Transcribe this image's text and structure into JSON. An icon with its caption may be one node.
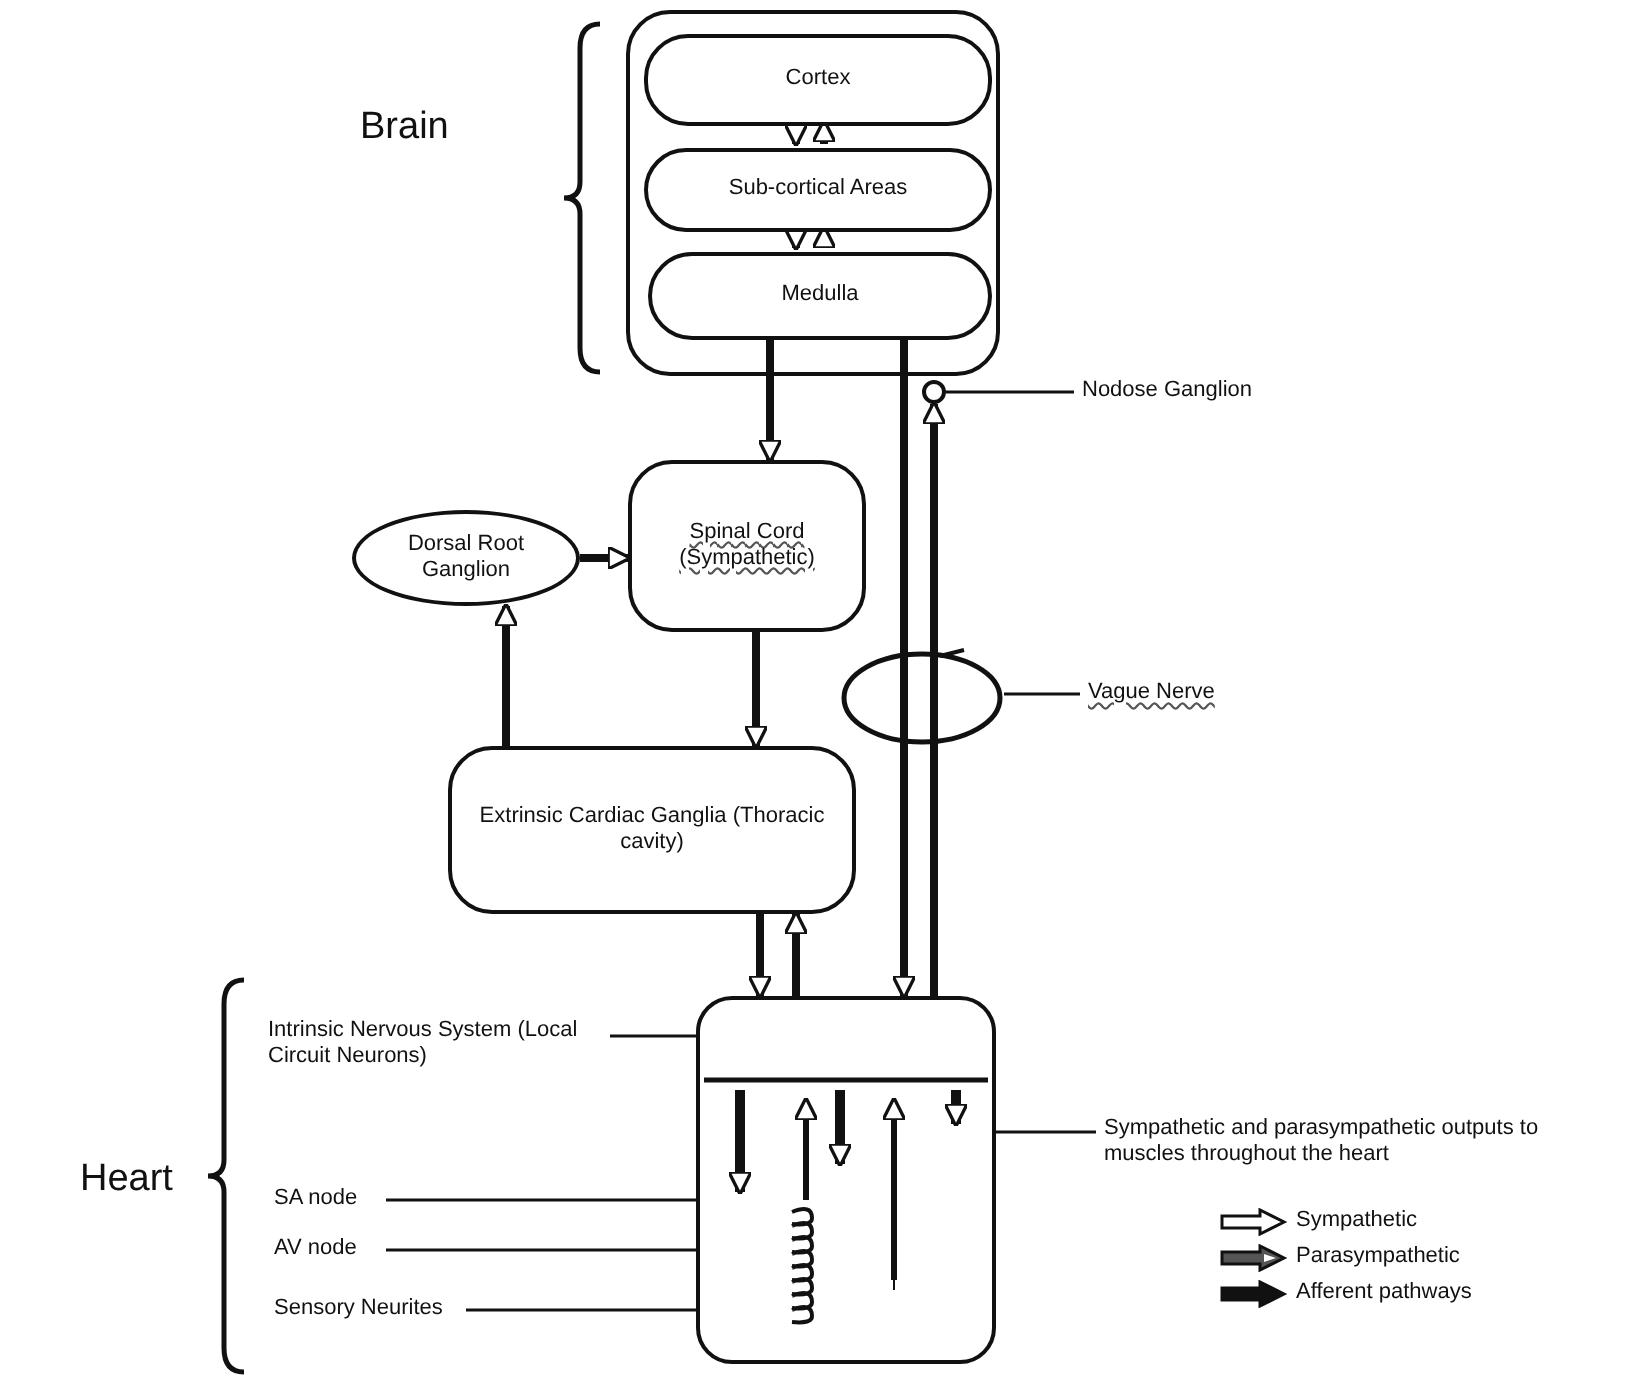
{
  "diagram": {
    "nodes": [
      {
        "text": [],
        "shape": "box"
      },
      {
        "text": [
          "Cortex"
        ],
        "in": 0
      },
      {
        "text": [
          "Sub-cortical Areas"
        ],
        "in": 0
      },
      {
        "text": [
          "Medulla"
        ],
        "in": 0
      },
      {
        "text": [],
        "shape": "circle"
      },
      {
        "text": [
          "Nodose Ganglion"
        ]
      },
      {
        "text": [
          "Dorsal Root Ganglion"
        ]
      },
      {
        "text": [
          "Spinal Cord (Sympathetic)"
        ]
      },
      {
        "text": [
          "Vague Nerve"
        ]
      },
      {
        "text": [
          "Extrinsic Cardiac Ganglia (Thoracic cavity)"
        ]
      },
      {
        "text": [],
        "shape": "box"
      },
      {
        "text": [
          "Intrinsic Nervous System (Local Circuit Neurons)"
        ]
      },
      {
        "text": [
          "SA node"
        ]
      },
      {
        "text": [
          "AV node"
        ]
      },
      {
        "text": [
          "Sensory Neurites"
        ]
      },
      {
        "text": [
          "Sympathetic and parasympathetic outputs to muscles throughout the heart"
        ]
      }
    ],
    "edges": [
      {
        "from": 1,
        "to": 2,
        "arrow": "to"
      },
      {
        "from": 2,
        "to": 1,
        "arrow": "to"
      },
      {
        "from": 2,
        "to": 3,
        "arrow": "to"
      },
      {
        "from": 3,
        "to": 2,
        "arrow": "to"
      },
      {
        "from": 3,
        "to": 7,
        "arrow": "to"
      },
      {
        "from": 6,
        "to": 7,
        "arrow": "to"
      },
      {
        "from": 7,
        "to": 9,
        "arrow": "to"
      },
      {
        "from": 9,
        "to": 6,
        "arrow": "to"
      },
      {
        "from": 9,
        "to": 10,
        "arrow": "to"
      },
      {
        "from": 10,
        "to": 9,
        "arrow": "to"
      },
      {
        "from": 3,
        "to": 10,
        "arrow": "to"
      },
      {
        "from": 10,
        "to": 4,
        "arrow": "to"
      },
      {
        "from": 5,
        "to": 4,
        "arrow": "none"
      },
      {
        "from": 8,
        "to": null,
        "arrow": "none"
      },
      {
        "from": 11,
        "to": 10,
        "arrow": "none"
      },
      {
        "from": 12,
        "to": 10,
        "arrow": "none"
      },
      {
        "from": 13,
        "to": 10,
        "arrow": "none"
      },
      {
        "from": 14,
        "to": 10,
        "arrow": "none"
      },
      {
        "from": 15,
        "to": 10,
        "arrow": "none"
      }
    ],
    "labels": [
      "Brain",
      "Heart"
    ],
    "legend": [
      {
        "text": "Sympathetic"
      },
      {
        "text": "Parasympathetic"
      },
      {
        "text": "Afferent pathways"
      }
    ]
  }
}
